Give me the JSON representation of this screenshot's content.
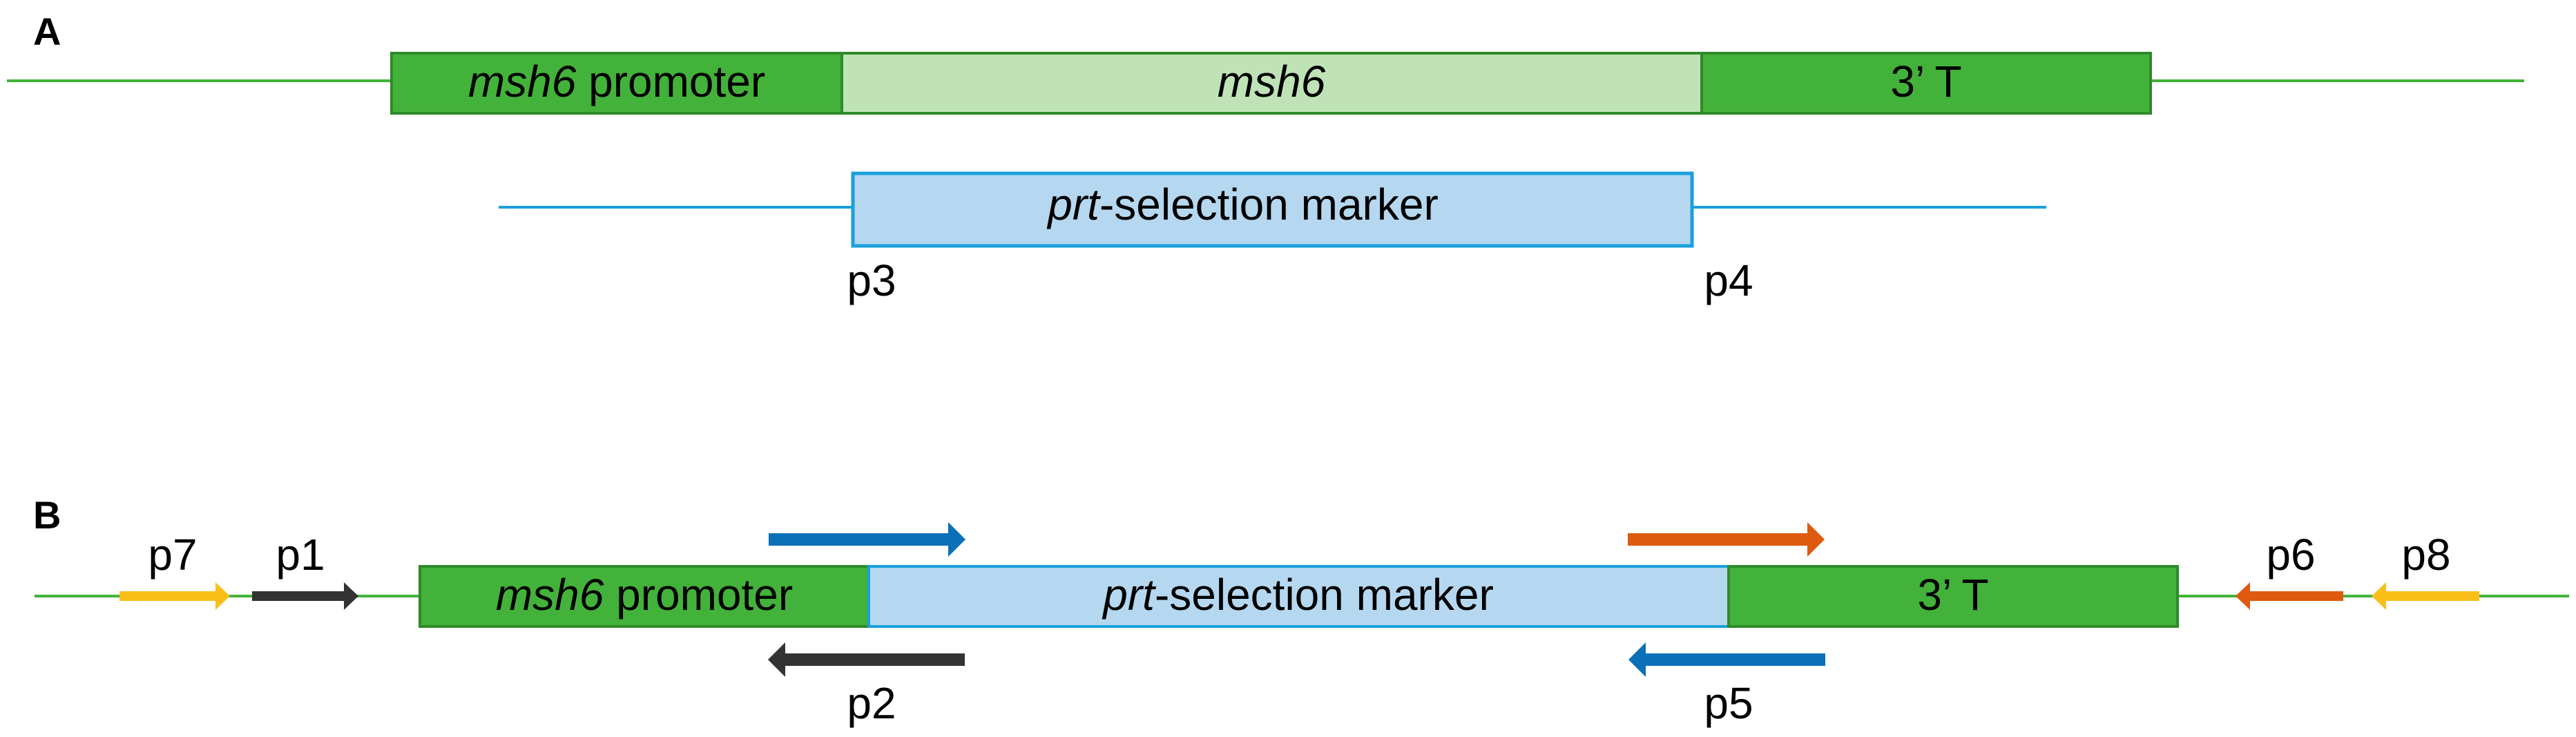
{
  "panels": {
    "a": {
      "label": "A",
      "wildtype": {
        "promoter_italic": "msh6",
        "promoter_rest": " promoter",
        "gene": "msh6",
        "terminator": "3’ T"
      },
      "construct": {
        "marker_italic": "prt",
        "marker_rest": "-selection marker",
        "primer_left": "p3",
        "primer_right": "p4"
      }
    },
    "b": {
      "label": "B",
      "locus": {
        "promoter_italic": "msh6",
        "promoter_rest": " promoter",
        "marker_italic": "prt",
        "marker_rest": "-selection marker",
        "terminator": "3’ T"
      },
      "primers": {
        "p7": "p7",
        "p1": "p1",
        "p2": "p2",
        "p5": "p5",
        "p6": "p6",
        "p8": "p8"
      }
    }
  },
  "colors": {
    "dark_green": "#43b23a",
    "light_green": "#bfe3b7",
    "green_border": "#2f8a2a",
    "light_blue": "#b5d8f0",
    "blue_border": "#1aa0dc",
    "primer_blue": "#0b70b8",
    "primer_orange": "#de5a0e",
    "primer_yellow": "#fbbf1a",
    "primer_black": "#333333"
  }
}
